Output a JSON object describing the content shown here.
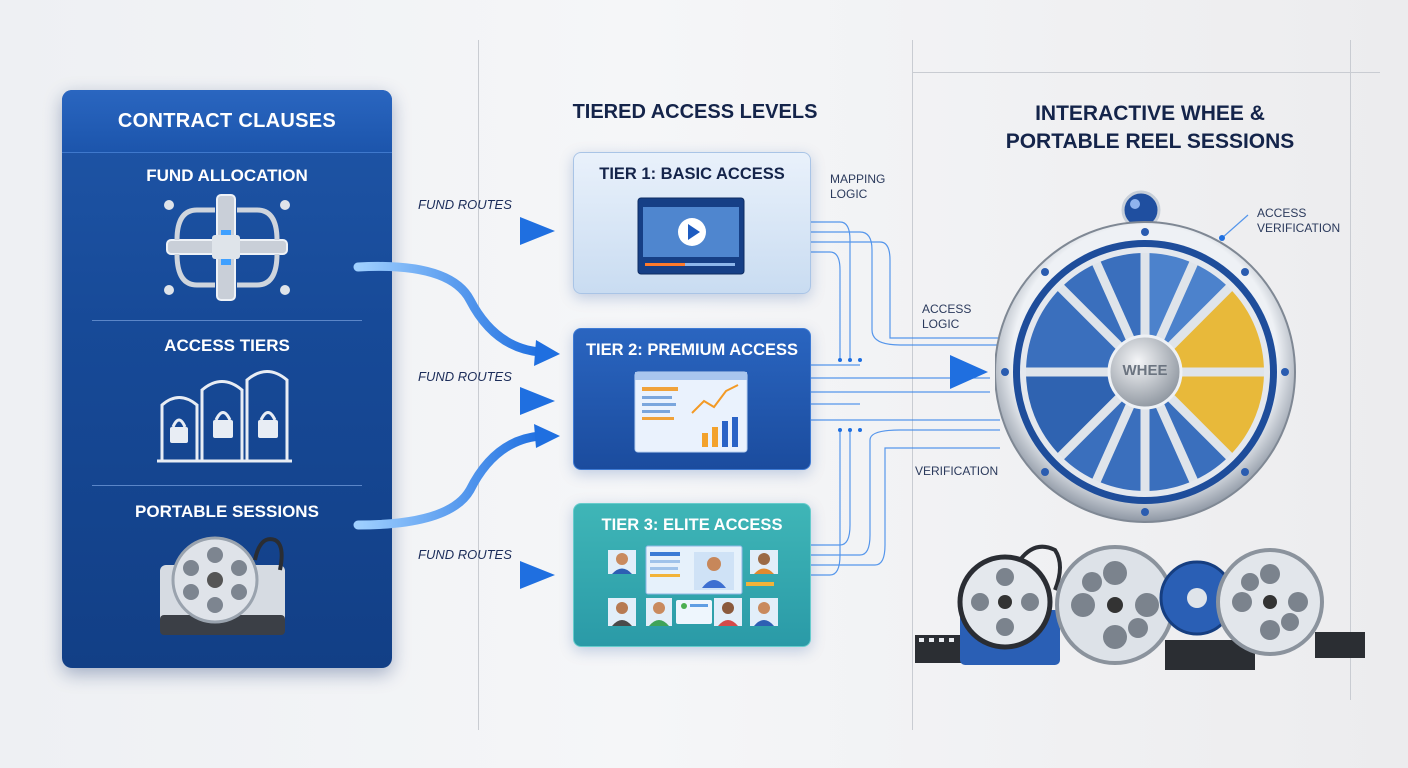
{
  "contract": {
    "title": "CONTRACT CLAUSES",
    "sections": [
      {
        "label": "FUND ALLOCATION",
        "icon": "pipes-icon"
      },
      {
        "label": "ACCESS TIERS",
        "icon": "gates-locks-icon"
      },
      {
        "label": "PORTABLE SESSIONS",
        "icon": "reel-device-icon"
      }
    ]
  },
  "routes": {
    "label": "FUND ROUTES"
  },
  "tiers": {
    "heading": "TIERED ACCESS LEVELS",
    "items": [
      {
        "label": "TIER 1: BASIC ACCESS",
        "icon": "video-player-icon"
      },
      {
        "label": "TIER 2: PREMIUM ACCESS",
        "icon": "analytics-dashboard-icon"
      },
      {
        "label": "TIER 3: ELITE ACCESS",
        "icon": "video-conference-icon"
      }
    ]
  },
  "wheel": {
    "heading_line1": "INTERACTIVE WHEE &",
    "heading_line2": "PORTABLE REEL SESSIONS",
    "hub_label": "WHEE",
    "icon": "wheel-icon",
    "reels_icon": "film-reels-icon"
  },
  "annotations": {
    "mapping_logic": [
      "MAPPING",
      "LOGIC"
    ],
    "access_logic": [
      "ACCESS",
      "LOGIC"
    ],
    "verification": "VERIFICATION",
    "access_verification": [
      "ACCESS",
      "VERIFICATION"
    ]
  },
  "colors": {
    "panel": "#1a4ea0",
    "arrow": "#1f6fe0",
    "tier1": "#dce9f7",
    "tier2": "#2358b3",
    "tier3": "#2fb0b4",
    "wheel_gold": "#e8b93a"
  }
}
